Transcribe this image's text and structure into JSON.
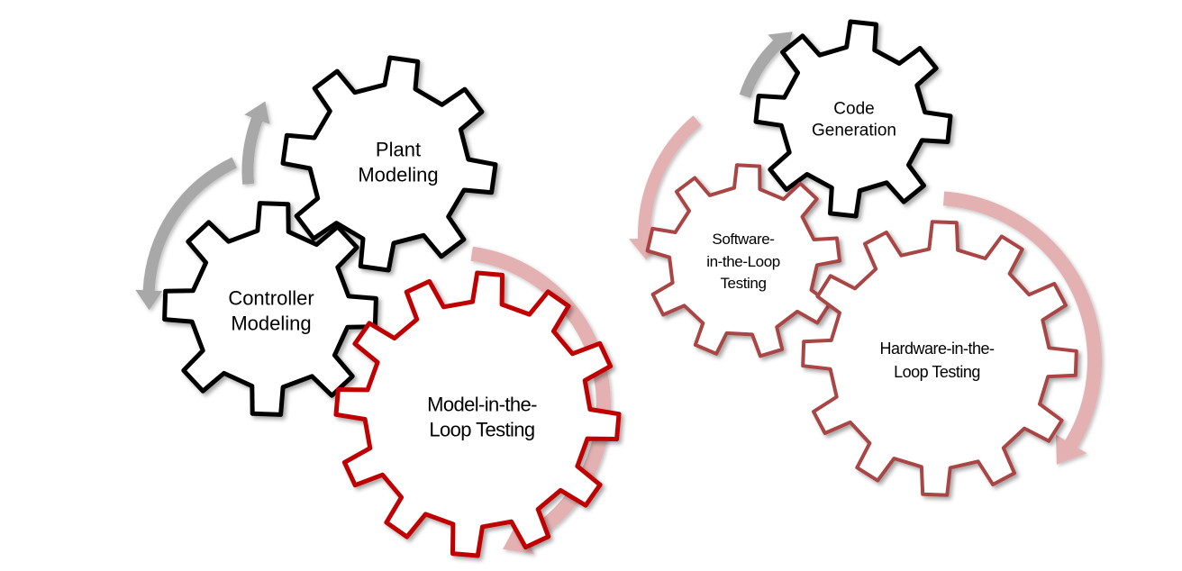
{
  "colors": {
    "black_gear": "#000000",
    "mil_gear": "#c00000",
    "sil_hil_gear": "#a94545",
    "arrow_gray": "#a8a8a8",
    "arrow_pink": "#e3b1b1",
    "gear_fill": "#ffffff"
  },
  "gears": {
    "plant_modeling": {
      "lines": [
        "Plant",
        "Modeling"
      ]
    },
    "controller_modeling": {
      "lines": [
        "Controller",
        "Modeling"
      ]
    },
    "mil_testing": {
      "lines": [
        "Model-in-the-",
        "Loop Testing"
      ]
    },
    "code_generation": {
      "lines": [
        "Code",
        "Generation"
      ]
    },
    "sil_testing": {
      "lines": [
        "Software-",
        "in-the-Loop",
        "Testing"
      ]
    },
    "hil_testing": {
      "lines": [
        "Hardware-in-the-",
        "Loop Testing"
      ]
    }
  }
}
